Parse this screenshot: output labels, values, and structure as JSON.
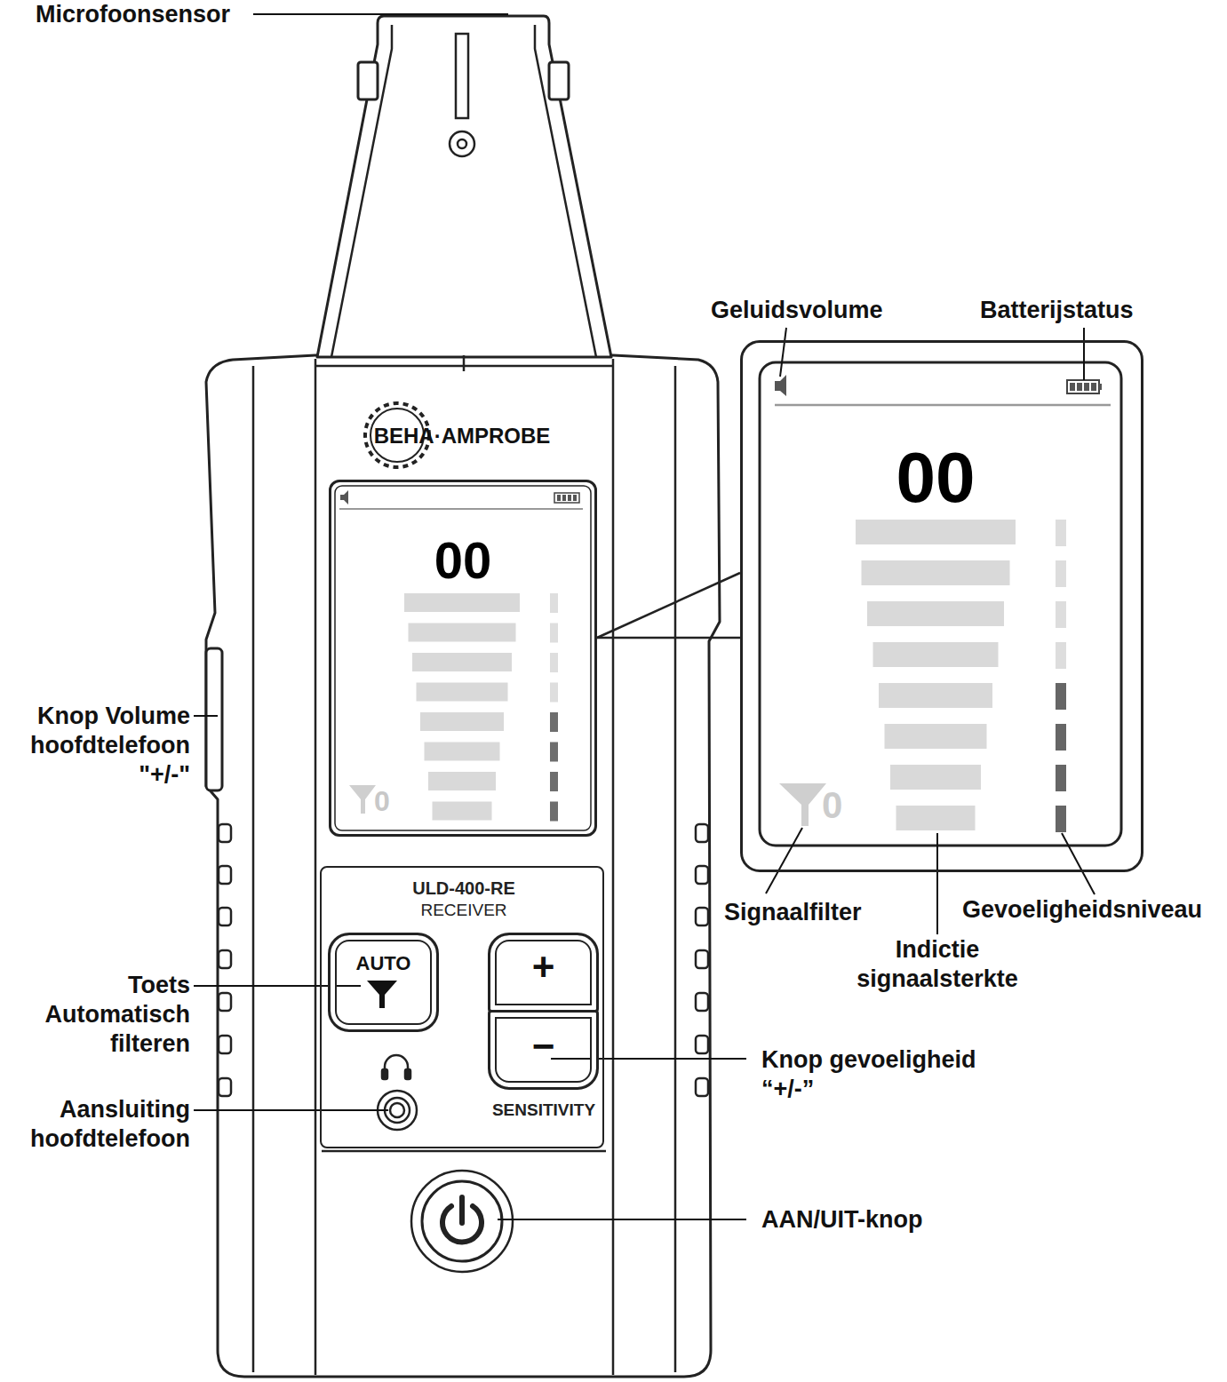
{
  "diagram": {
    "nodes": [
      {
        "text": [
          "00",
          "0"
        ]
      },
      {
        "text": [
          "00",
          "0"
        ]
      },
      {
        "text": [
          "ULD-400-RE",
          "RECEIVER",
          "SENSITIVITY"
        ]
      },
      {
        "text": [
          "AUTO"
        ],
        "in": 2
      },
      {
        "text": [
          "+"
        ],
        "in": 2
      },
      {
        "text": [
          "−"
        ],
        "in": 2
      }
    ],
    "edges": [
      {
        "from": 0,
        "to": 1,
        "arrow": "none"
      }
    ],
    "labels": [
      "Microfoonsensor",
      "Geluidsvolume",
      "Batterijstatus",
      "BEHA·AMPROBE",
      "Knop Volume hoofdtelefoon \"+/-\"",
      "Signaalfilter",
      "Gevoeligheidsniveau",
      "Indictie signaalsterkte",
      "Toets Automatisch filteren",
      "Knop gevoeligheid “+/-”",
      "Aansluiting hoofdtelefoon",
      "AAN/UIT-knop"
    ]
  }
}
